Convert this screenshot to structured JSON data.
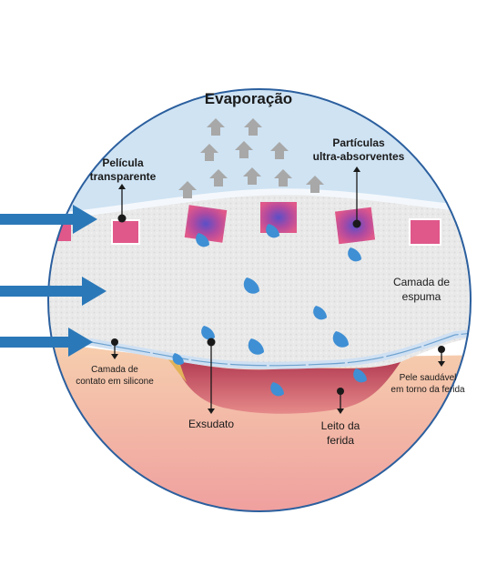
{
  "labels": {
    "evaporation": "Evaporação",
    "film_line1": "Película",
    "film_line2": "transparente",
    "particles_line1": "Partículas",
    "particles_line2": "ultra-absorventes",
    "foam_line1": "Camada de",
    "foam_line2": "espuma",
    "silicone_line1": "Camada de",
    "silicone_line2": "contato em silicone",
    "healthy_line1": "Pele saudável",
    "healthy_line2": "em torno da ferida",
    "exudate": "Exsudato",
    "bed_line1": "Leito da",
    "bed_line2": "ferida"
  },
  "colors": {
    "sky": "#cfe3f3",
    "foam": "#e6e6e6",
    "film": "#f4f8fc",
    "skin": "#f1b9a0",
    "wound": "#c94a5e",
    "exudate_rim": "#e3b35a",
    "arrow_blue": "#2b78b8",
    "evaporation_arrow": "#a8a8a8",
    "particle": "#e0588a",
    "droplet": "#3f8fd4"
  },
  "icons": {
    "side_arrow": "arrow-right-icon",
    "evaporation_arrow": "arrow-up-icon",
    "droplet": "water-drop-icon"
  }
}
